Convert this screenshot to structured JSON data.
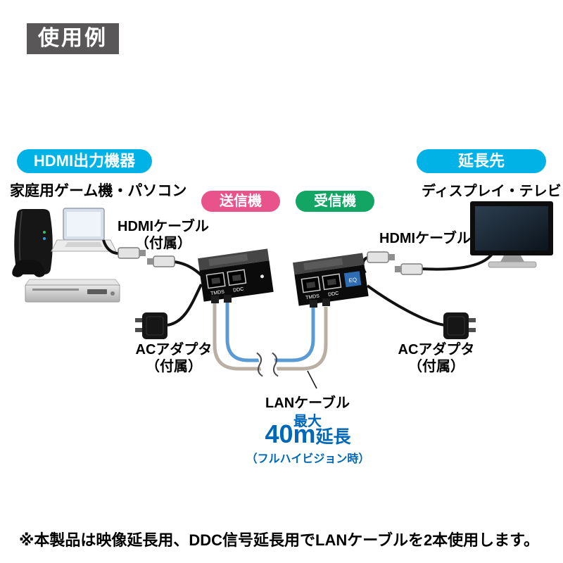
{
  "badge": {
    "label": "使用例"
  },
  "left_group": {
    "pill": "HDMI出力機器",
    "caption": "家庭用ゲーム機・パソコン",
    "hdmi_cable": "HDMIケーブル",
    "hdmi_cable_sub": "（付属）",
    "ac_adapter": "ACアダプタ",
    "ac_adapter_sub": "（付属）"
  },
  "right_group": {
    "pill": "延長先",
    "caption": "ディスプレイ・テレビ",
    "hdmi_cable": "HDMIケーブル",
    "ac_adapter": "ACアダプタ",
    "ac_adapter_sub": "（付属）"
  },
  "transmitter": {
    "label": "送信機",
    "port1": "TMDS",
    "port2": "DDC"
  },
  "receiver": {
    "label": "受信機",
    "port1": "TMDS",
    "port2": "DDC",
    "eq": "EQ"
  },
  "lan": {
    "label": "LANケーブル",
    "max": "最大",
    "distance": "40m",
    "ext": "延長",
    "note": "（フルハイビジョン時）"
  },
  "footnote": "※本製品は映像延長用、DDC信号延長用でLANケーブルを2本使用します。",
  "colors": {
    "badge": "#595757",
    "cyan": "#00b2e5",
    "pink": "#e9538c",
    "green": "#12a564",
    "blue": "#0068b7"
  }
}
